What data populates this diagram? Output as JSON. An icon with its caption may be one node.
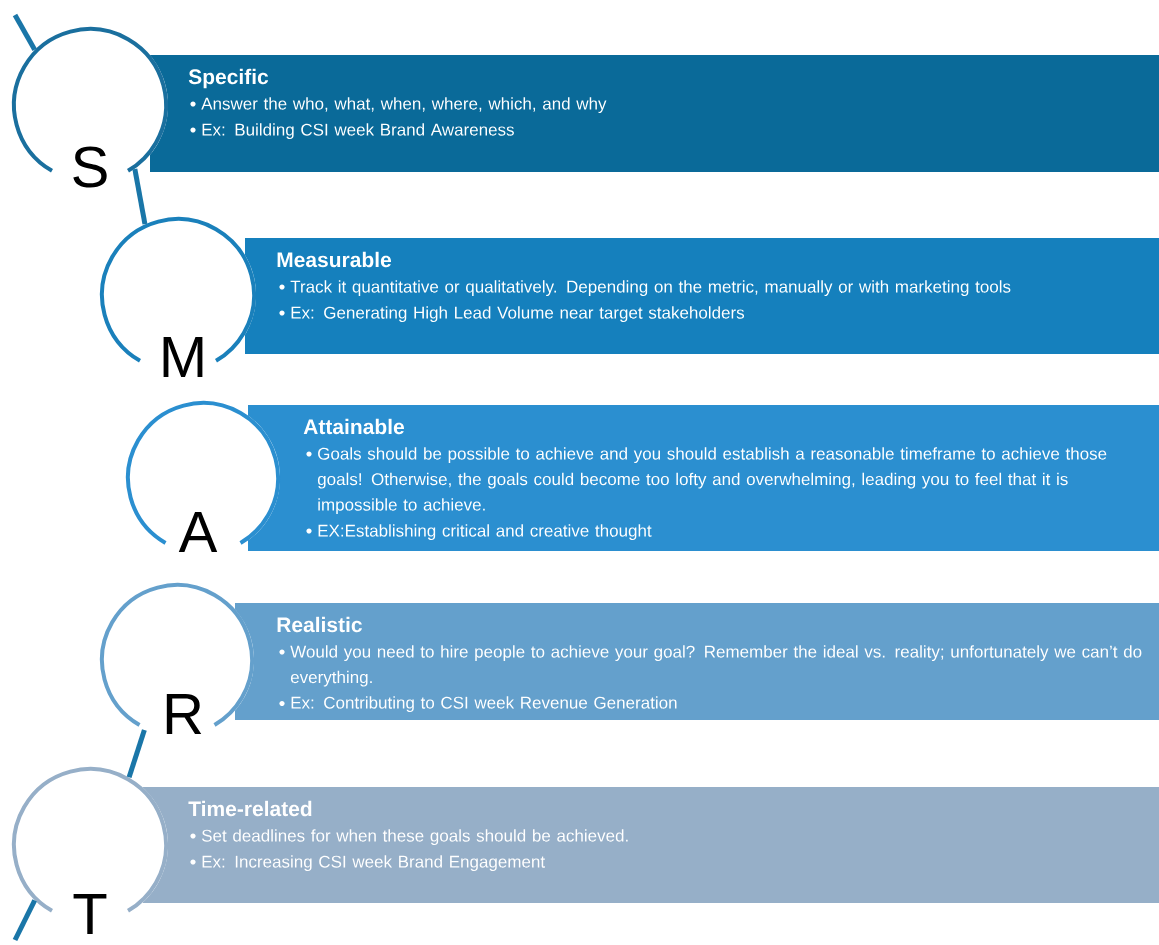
{
  "diagram": {
    "nodes": [
      {
        "text": [
          "S"
        ]
      },
      {
        "text": [
          "Specific",
          "Answer the who, what, when, where, which, and why",
          "Ex:  Building CSI week Brand Awareness"
        ]
      },
      {
        "text": [
          "M"
        ]
      },
      {
        "text": [
          "Measurable",
          "Track it quantitative or qualitatively. Depending on the metric, manually or with marketing tools",
          "Ex: Generating High Lead Volume near target stakeholders"
        ]
      },
      {
        "text": [
          "A"
        ]
      },
      {
        "text": [
          "Attainable",
          "Goals should be possible to achieve and you should establish a reasonable timeframe to achieve those goals! Otherwise, the goals could become too lofty and overwhelming, leading you to feel that it is impossible to achieve.",
          "EX:Establishing critical and creative thought"
        ]
      },
      {
        "text": [
          "R"
        ]
      },
      {
        "text": [
          "Realistic",
          "Would you need to hire people to achieve your goal? Remember the ideal vs. reality; unfortunately we can’t do everything.",
          "Ex: Contributing to CSI week Revenue Generation"
        ]
      },
      {
        "text": [
          "T"
        ]
      },
      {
        "text": [
          "Time-related",
          "Set deadlines for when these goals should be achieved.",
          "Ex: Increasing CSI week Brand Engagement"
        ]
      }
    ],
    "edges": [
      {
        "from": null,
        "to": 0,
        "arrow": "none"
      },
      {
        "from": 0,
        "to": 2,
        "arrow": "none"
      },
      {
        "from": 6,
        "to": 8,
        "arrow": "none"
      },
      {
        "from": 8,
        "to": null,
        "arrow": "none"
      }
    ]
  }
}
